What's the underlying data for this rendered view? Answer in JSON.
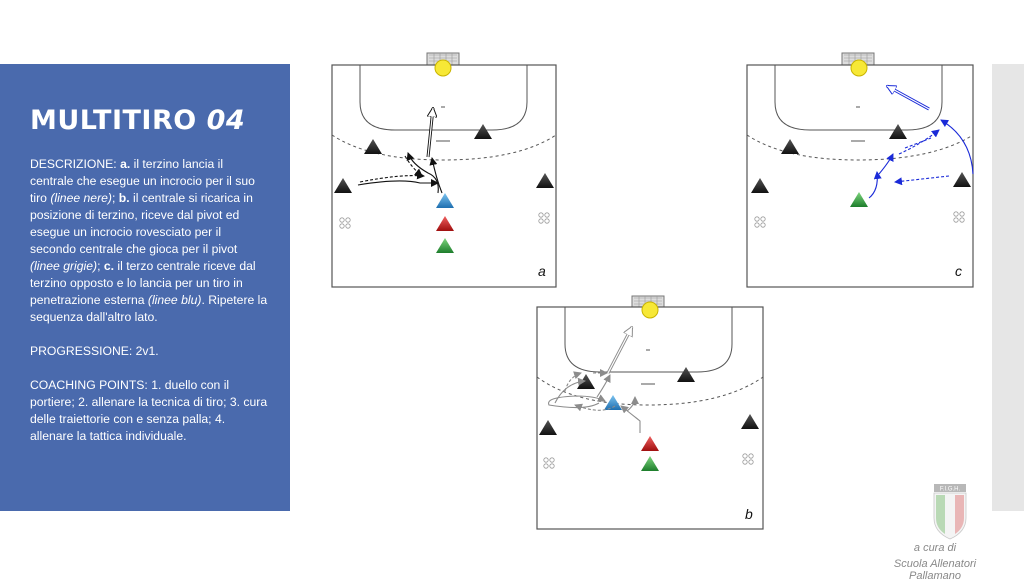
{
  "title_main": "MULTITIRO ",
  "title_num": "04",
  "desc": {
    "t1": "DESCRIZIONE: ",
    "a_label": "a.",
    "t2": " il terzino lancia il centrale che esegue un incrocio per il suo tiro ",
    "lines_black": "(linee nere)",
    "t3": "; ",
    "b_label": "b.",
    "t4": " il centrale si ricarica in posizione di terzino, riceve dal pivot ed esegue un incrocio rovesciato per il secondo centrale che gioca per il pivot ",
    "lines_grey": "(linee grigie)",
    "t5": "; ",
    "c_label": "c.",
    "t6": " il terzo centrale riceve dal terzino opposto e lo lancia per un tiro in penetrazione esterna ",
    "lines_blue": "(linee blu)",
    "t7": ". Ripetere la sequenza dall'altro lato."
  },
  "progression": "PROGRESSIONE: 2v1.",
  "coaching": "COACHING POINTS: 1. duello con il portiere; 2. allenare la tecnica di tiro; 3. cura delle traiettorie con e senza palla; 4. allenare la tattica individuale.",
  "panels": {
    "a": "a",
    "b": "b",
    "c": "c"
  },
  "credit": {
    "line1": "a cura di",
    "line2": "Scuola Allenatori Pallamano"
  },
  "logo_text": "F.I.G.H.",
  "colors": {
    "panel_bg": "#4a6aad",
    "attacker_blue": "#3a8fd0",
    "attacker_red": "#d02020",
    "attacker_green": "#30a040",
    "ball": "#f7e836",
    "blue_lines": "#1a2ad8",
    "grey_lines": "#8c8c8c"
  }
}
